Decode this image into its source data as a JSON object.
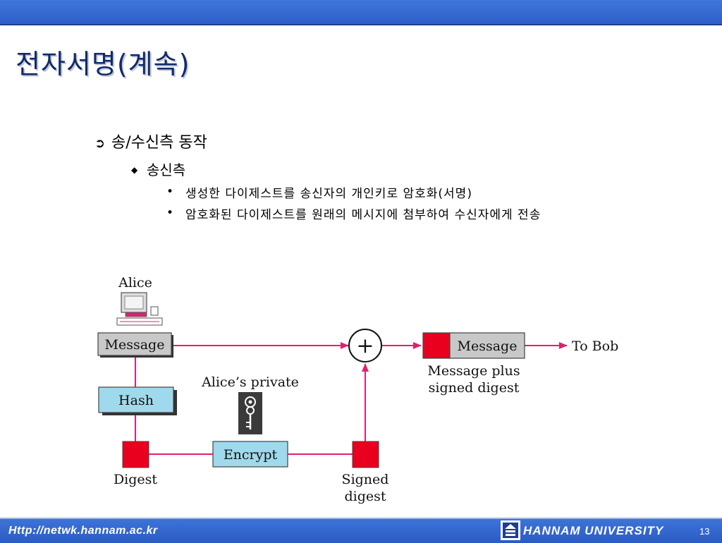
{
  "slide": {
    "title": "전자서명(계속)",
    "page_number": "13"
  },
  "bullets": {
    "level1": {
      "marker": "➲",
      "text": "송/수신측 동작"
    },
    "level2": {
      "marker": "◆",
      "text": "송신측"
    },
    "level3": [
      {
        "marker": "•",
        "text": "생성한 다이제스트를 송신자의 개인키로 암호화(서명)"
      },
      {
        "marker": "•",
        "text": "암호화된 다이제스트를 원래의 메시지에 첨부하여 수신자에게 전송"
      }
    ]
  },
  "diagram": {
    "alice_label": "Alice",
    "message_label": "Message",
    "hash_label": "Hash",
    "key_label": "Alice’s private",
    "encrypt_label": "Encrypt",
    "digest_label": "Digest",
    "signed_digest_label_1": "Signed",
    "signed_digest_label_2": "digest",
    "plus_symbol": "+",
    "output_message_label": "Message",
    "output_caption_1": "Message plus",
    "output_caption_2": "signed digest",
    "to_bob_label": "To Bob",
    "colors": {
      "arrow": "#e0206e",
      "digest_box": "#e8001e",
      "hash_box": "#9fd9ec",
      "message_box": "#c8c8c8"
    },
    "icons": [
      "computer-icon",
      "key-icon"
    ]
  },
  "footer": {
    "url": "Http://netwk.hannam.ac.kr",
    "university": "HANNAM  UNIVERSITY",
    "logo_icon": "hannam-logo-icon"
  }
}
